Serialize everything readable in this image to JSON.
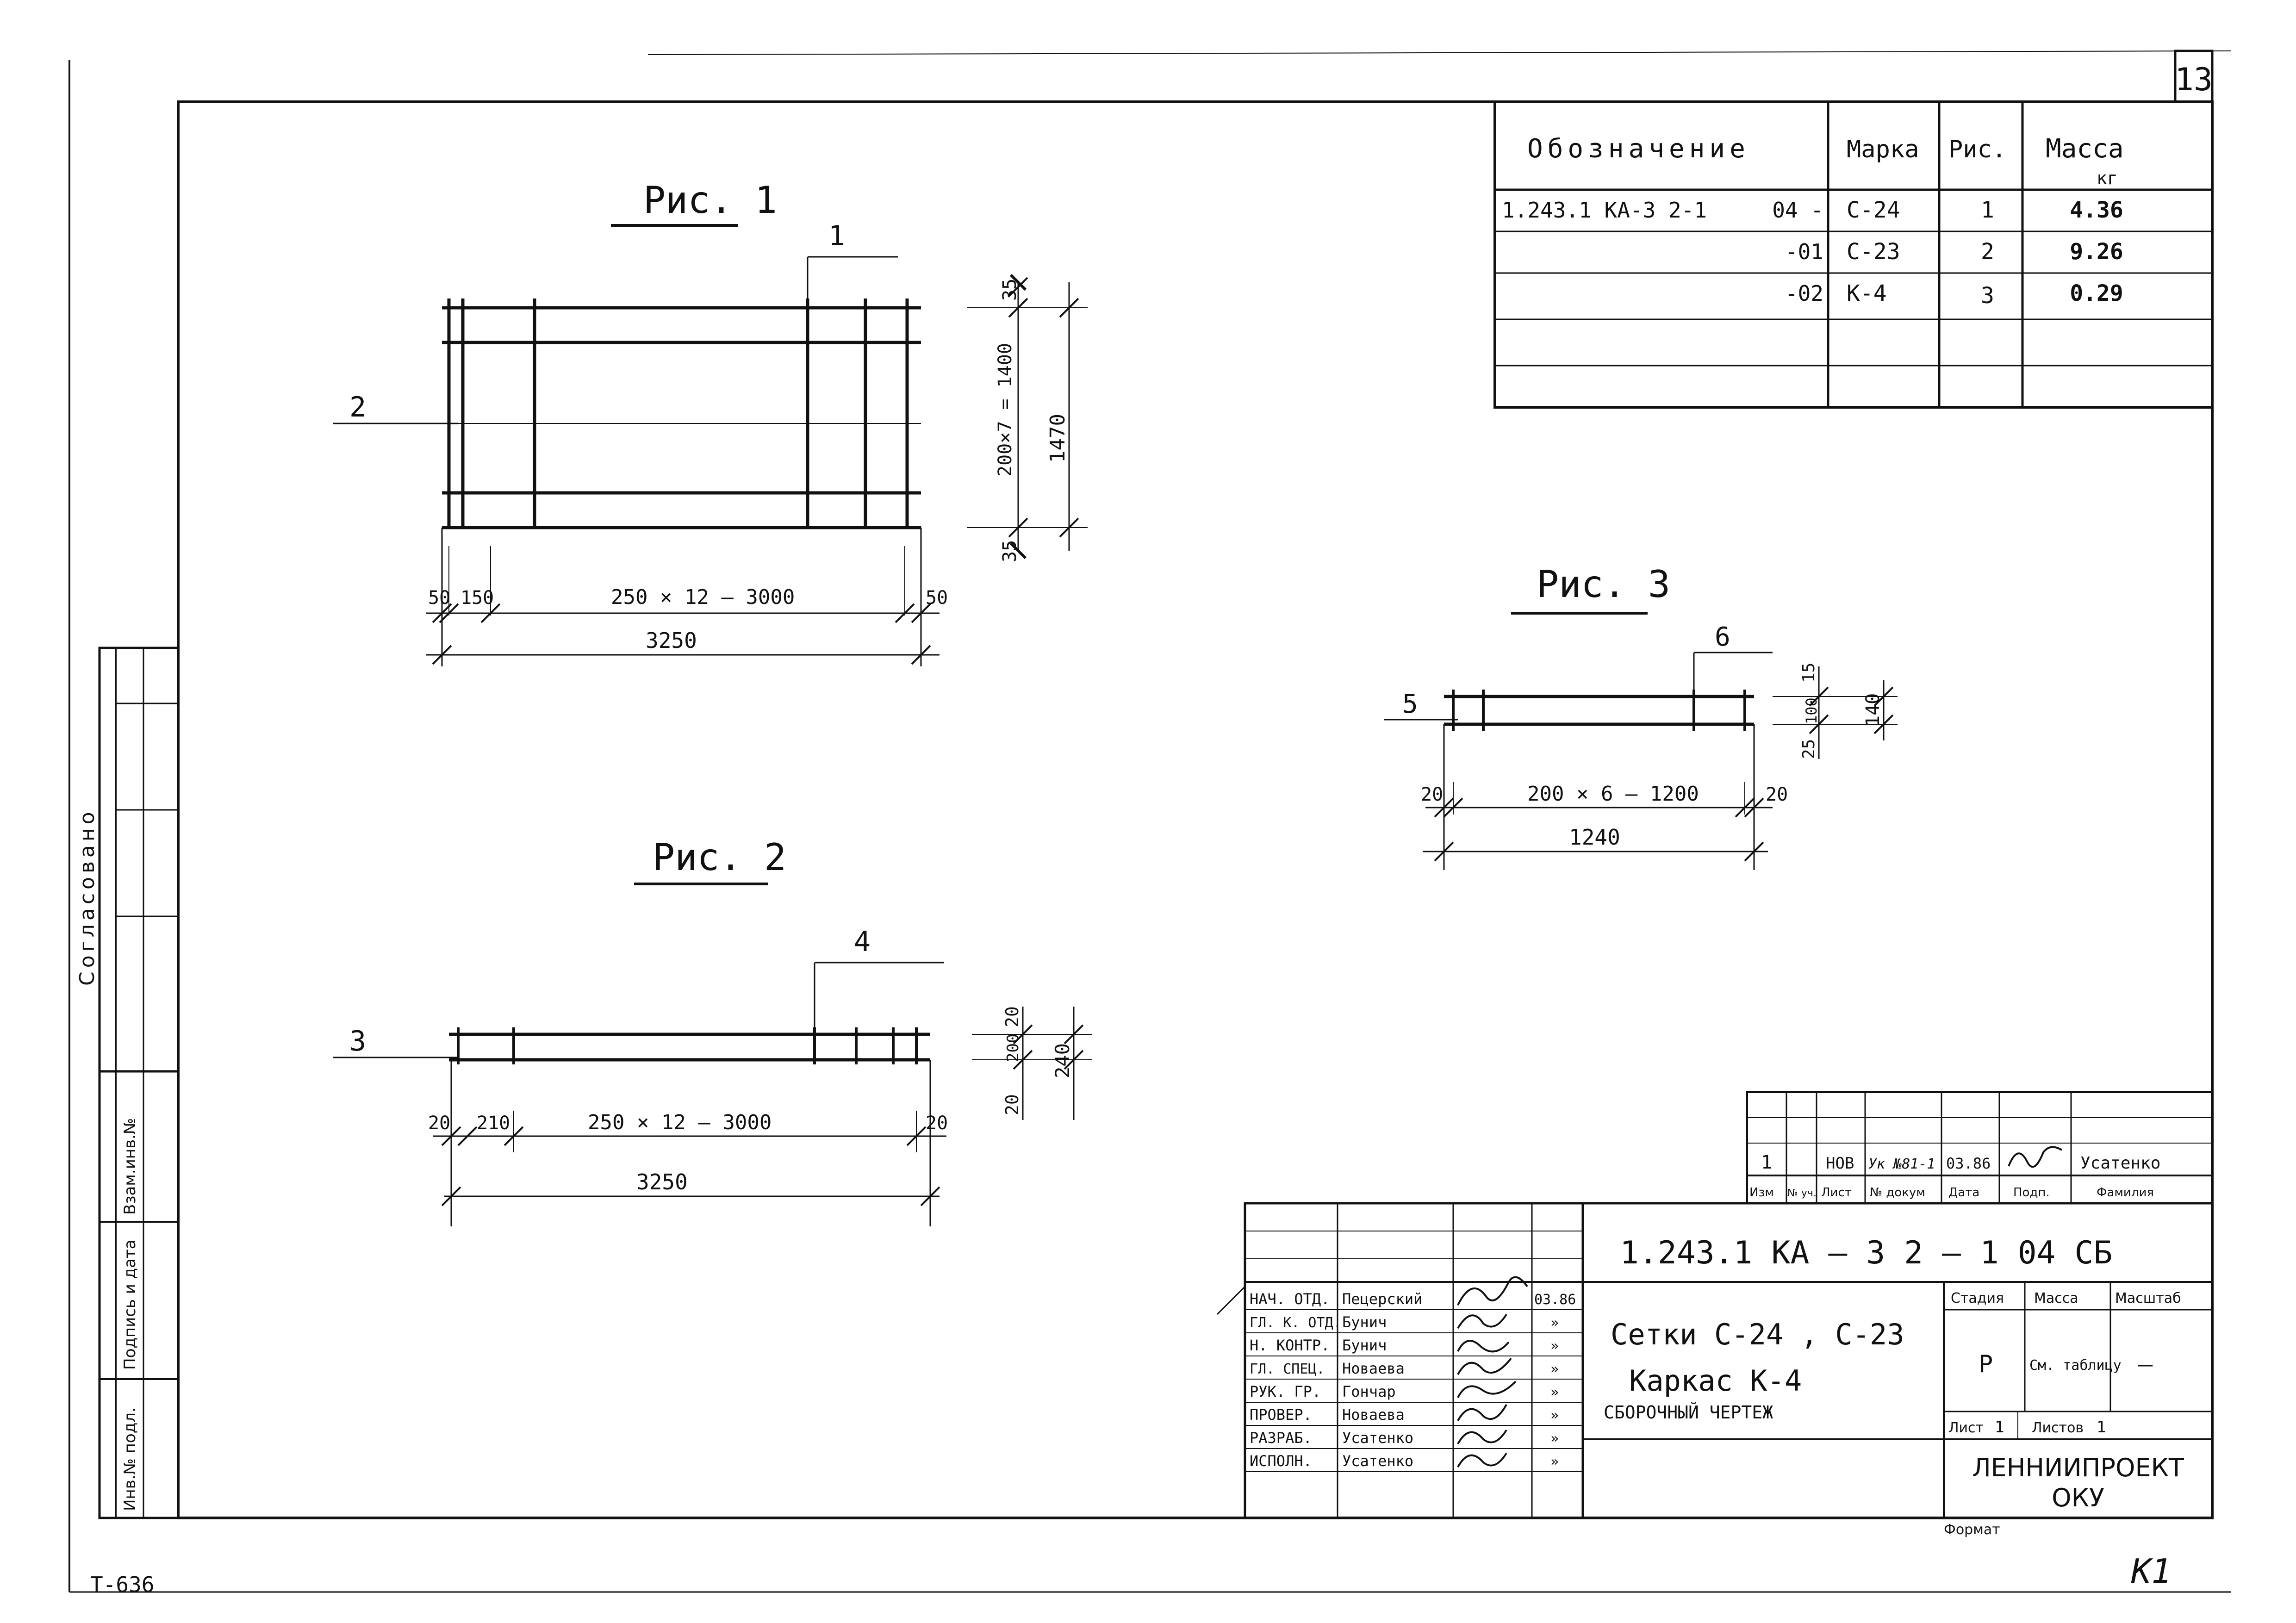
{
  "sheet": {
    "sheet_no": "13",
    "doc_code_bottom": "Т-636",
    "corner_mark": "К1"
  },
  "side": {
    "agreed": "Согласовано",
    "inv_vzam": "Взам.инв.№",
    "sign_date": "Подпись и дата",
    "inv_podl": "Инв.№ подл."
  },
  "spec": {
    "headers": {
      "designation": "Обозначение",
      "mark": "Марка",
      "fig": "Рис.",
      "mass": "Масса",
      "mass_unit": "кг"
    },
    "rows": [
      {
        "designation": "1.243.1 КА-3  2-1",
        "suffix": "04 -",
        "mark": "С-24",
        "fig": "1",
        "mass": "4.36"
      },
      {
        "designation": "",
        "suffix": "-01",
        "mark": "С-23",
        "fig": "2",
        "mass": "9.26"
      },
      {
        "designation": "",
        "suffix": "-02",
        "mark": "К-4",
        "fig": "3",
        "mass": "0.29"
      }
    ]
  },
  "fig1": {
    "title": "Рис. 1",
    "pos_top": "1",
    "pos_left": "2",
    "dim_top": "35",
    "dim_mid": "200×7 = 1400",
    "dim_bot": "35",
    "dim_total": "1470",
    "dim_l1": "50",
    "dim_l2": "150",
    "dim_main": "250 × 12 — 3000",
    "dim_r": "50",
    "dim_overall": "3250"
  },
  "fig2": {
    "title": "Рис. 2",
    "pos_top": "4",
    "pos_left": "3",
    "dim_top": "20",
    "dim_mid": "200",
    "dim_bot": "20",
    "dim_total": "240",
    "dim_l1": "20",
    "dim_l2": "210",
    "dim_main": "250 × 12 — 3000",
    "dim_r": "20",
    "dim_overall": "3250"
  },
  "fig3": {
    "title": "Рис. 3",
    "pos_top": "6",
    "pos_left": "5",
    "dim_top": "15",
    "dim_mid": "100",
    "dim_bot": "25",
    "dim_total": "140",
    "dim_l": "20",
    "dim_main": "200 × 6 — 1200",
    "dim_r": "20",
    "dim_overall": "1240"
  },
  "rev": {
    "row": {
      "izm": "1",
      "uch": "",
      "list": "НОВ",
      "doc": "Ук №81-1",
      "date": "03.86",
      "sign": "",
      "name": "Усатенко"
    },
    "headers": [
      "Изм",
      "№ уч.",
      "Лист",
      "№ докум",
      "Дата",
      "Подп.",
      "Фамилия"
    ]
  },
  "stamp": {
    "code": "1.243.1  КА — 3   2 — 1     04 СБ",
    "roles": [
      "НАЧ. ОТД.",
      "ГЛ. К. ОТД.",
      "Н. КОНТР.",
      "ГЛ. СПЕЦ.",
      "РУК. ГР.",
      "ПРОВЕР.",
      "РАЗРАБ.",
      "ИСПОЛН."
    ],
    "names": [
      "Пецерский",
      "Бунич",
      "Бунич",
      "Новаева",
      "Гончар",
      "Новаева",
      "Усатенко",
      "Усатенко"
    ],
    "dates": [
      "03.86",
      "»",
      "»",
      "»",
      "»",
      "»",
      "»",
      "»"
    ],
    "title1": "Сетки  С-24 , С-23",
    "title2": "Каркас   К-4",
    "title3": "СБОРОЧНЫЙ   ЧЕРТЕЖ",
    "stage_h": "Стадия",
    "mass_h": "Масса",
    "scale_h": "Масштаб",
    "stage": "Р",
    "mass": "См. таблицу",
    "scale": "—",
    "sheet_lbl": "Лист",
    "sheet_val": "1",
    "sheets_lbl": "Листов",
    "sheets_val": "1",
    "org1": "ЛЕННИИПРОЕКТ",
    "org2": "ОКУ",
    "format": "Формат"
  }
}
